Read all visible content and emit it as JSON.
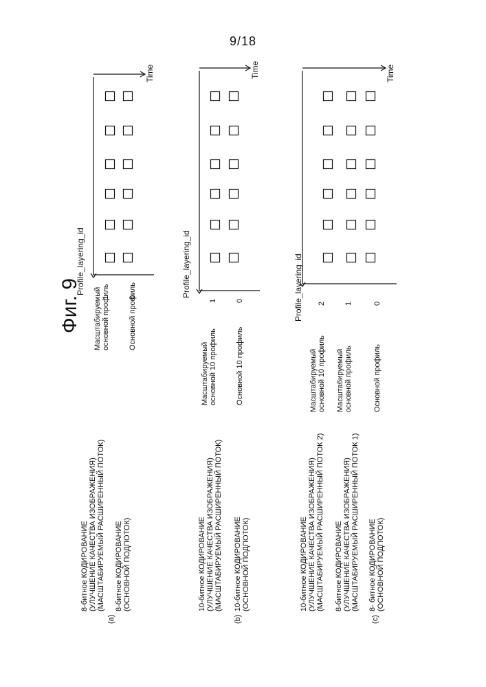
{
  "page_number": "9/18",
  "figure_title": "Фиг. 9",
  "y_axis_label": "Profile_layering_id",
  "x_axis_label": "Time",
  "panels": [
    {
      "letter": "(a)",
      "groups": [
        [
          "8-битное КОДИРОВАНИЕ",
          "(УЛУЧШЕНИЕ КАЧЕСТВА ИЗОБРАЖЕНИЯ)",
          "(МАСШТАБИРУЕМЫЙ РАСШИРЕННЫЙ ПОТОК)"
        ],
        [
          "8-битное КОДИРОВАНИЕ",
          "(ОСНОВНОЙ ПОДПОТОК)"
        ]
      ],
      "profiles": [
        {
          "lines": [
            "Масштабируемый",
            "основной профиль"
          ],
          "id": "1"
        },
        {
          "lines": [
            "Основной профиль"
          ],
          "id": "0"
        }
      ]
    },
    {
      "letter": "(b)",
      "groups": [
        [
          "10-битное КОДИРОВАНИЕ",
          "(УЛУЧШЕНИЕ КАЧЕСТВА ИЗОБРАЖЕНИЯ)",
          "(МАСШТАБИРУЕМЫЙ РАСШИРЕННЫЙ ПОТОК)"
        ],
        [
          "10-битное КОДИРОВАНИЕ",
          "(ОСНОВНОЙ ПОДПОТОК)"
        ]
      ],
      "profiles": [
        {
          "lines": [
            "Масштабируемый",
            "основной 10 профиль"
          ],
          "id": "1"
        },
        {
          "lines": [
            "Основной 10 профиль"
          ],
          "id": "0"
        }
      ]
    },
    {
      "letter": "(c)",
      "groups": [
        [
          "10-битное КОДИРОВАНИЕ",
          "(УЛУЧШЕНИЕ КАЧЕСТВА ИЗОБРАЖЕНИЯ)",
          "(МАСШТАБИРУЕМЫЙ РАСШИРЕННЫЙ ПОТОК 2)"
        ],
        [
          "8-битное КОДИРОВАНИЕ",
          "(УЛУЧШЕНИЕ КАЧЕСТВА ИЗОБРАЖЕНИЯ)",
          "(МАСШТАБИРУЕМЫЙ РАСШИРЕННЫЙ ПОТОК 1)"
        ],
        [
          "8- битное КОДИРОВАНИЕ",
          "(ОСНОВНОЙ ПОДПОТОК)"
        ]
      ],
      "profiles": [
        {
          "lines": [
            "Масштабируемый",
            "основной 10 профиль"
          ],
          "id": "2"
        },
        {
          "lines": [
            "Масштабируемый",
            "основной профиль"
          ],
          "id": "1"
        },
        {
          "lines": [
            "Основной профиль"
          ],
          "id": "0"
        }
      ]
    }
  ]
}
